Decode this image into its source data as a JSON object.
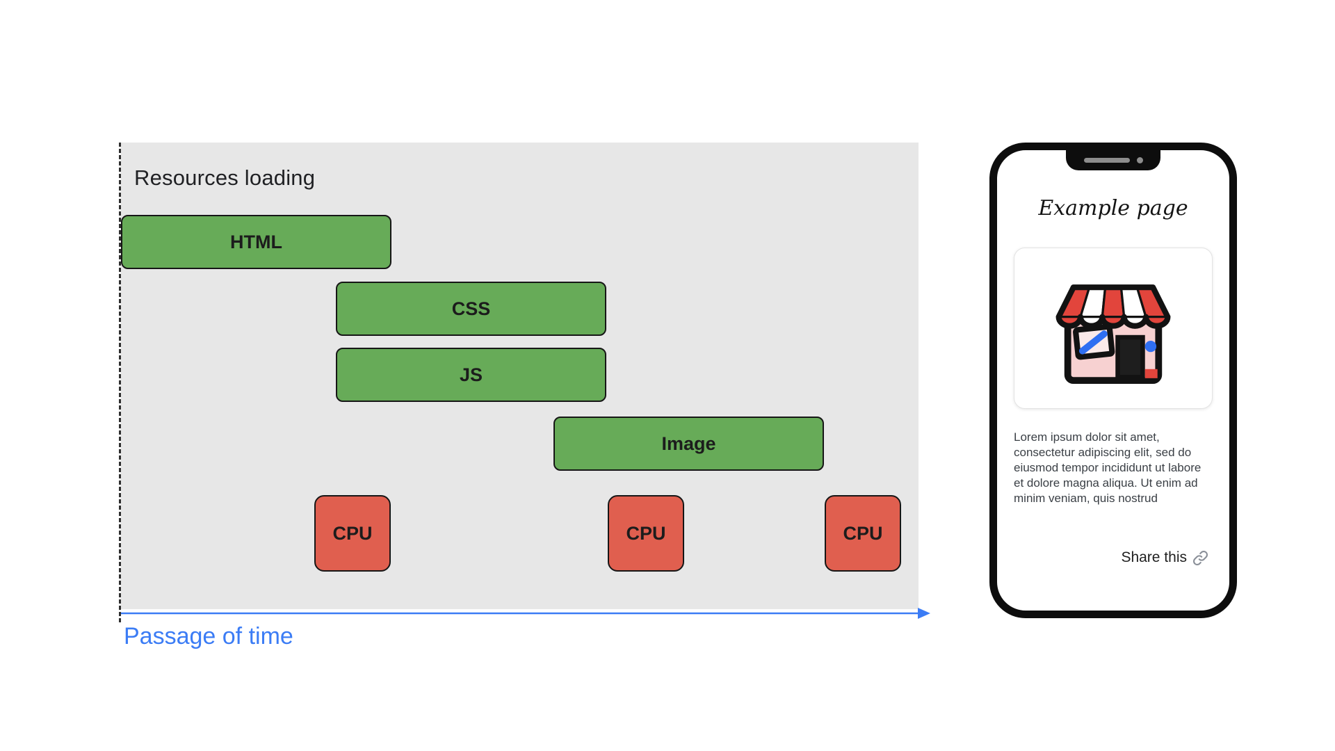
{
  "diagram": {
    "title": "Resources loading",
    "axis_label": "Passage of time",
    "resources": [
      {
        "label": "HTML"
      },
      {
        "label": "CSS"
      },
      {
        "label": "JS"
      },
      {
        "label": "Image"
      }
    ],
    "cpu": [
      {
        "label": "CPU"
      },
      {
        "label": "CPU"
      },
      {
        "label": "CPU"
      }
    ],
    "colors": {
      "resource_fill": "#67ab58",
      "cpu_fill": "#e05f4f",
      "axis_blue": "#3b7cf5",
      "panel_bg": "#e7e7e7"
    }
  },
  "phone": {
    "page_title": "Example page",
    "body_text": "Lorem ipsum dolor sit amet, consectetur adipiscing elit, sed do eiusmod tempor incididunt ut labore et dolore magna aliqua. Ut enim ad minim veniam, quis nostrud",
    "share_label": "Share this",
    "icons": {
      "hero": "storefront-icon",
      "share": "link-icon"
    }
  }
}
